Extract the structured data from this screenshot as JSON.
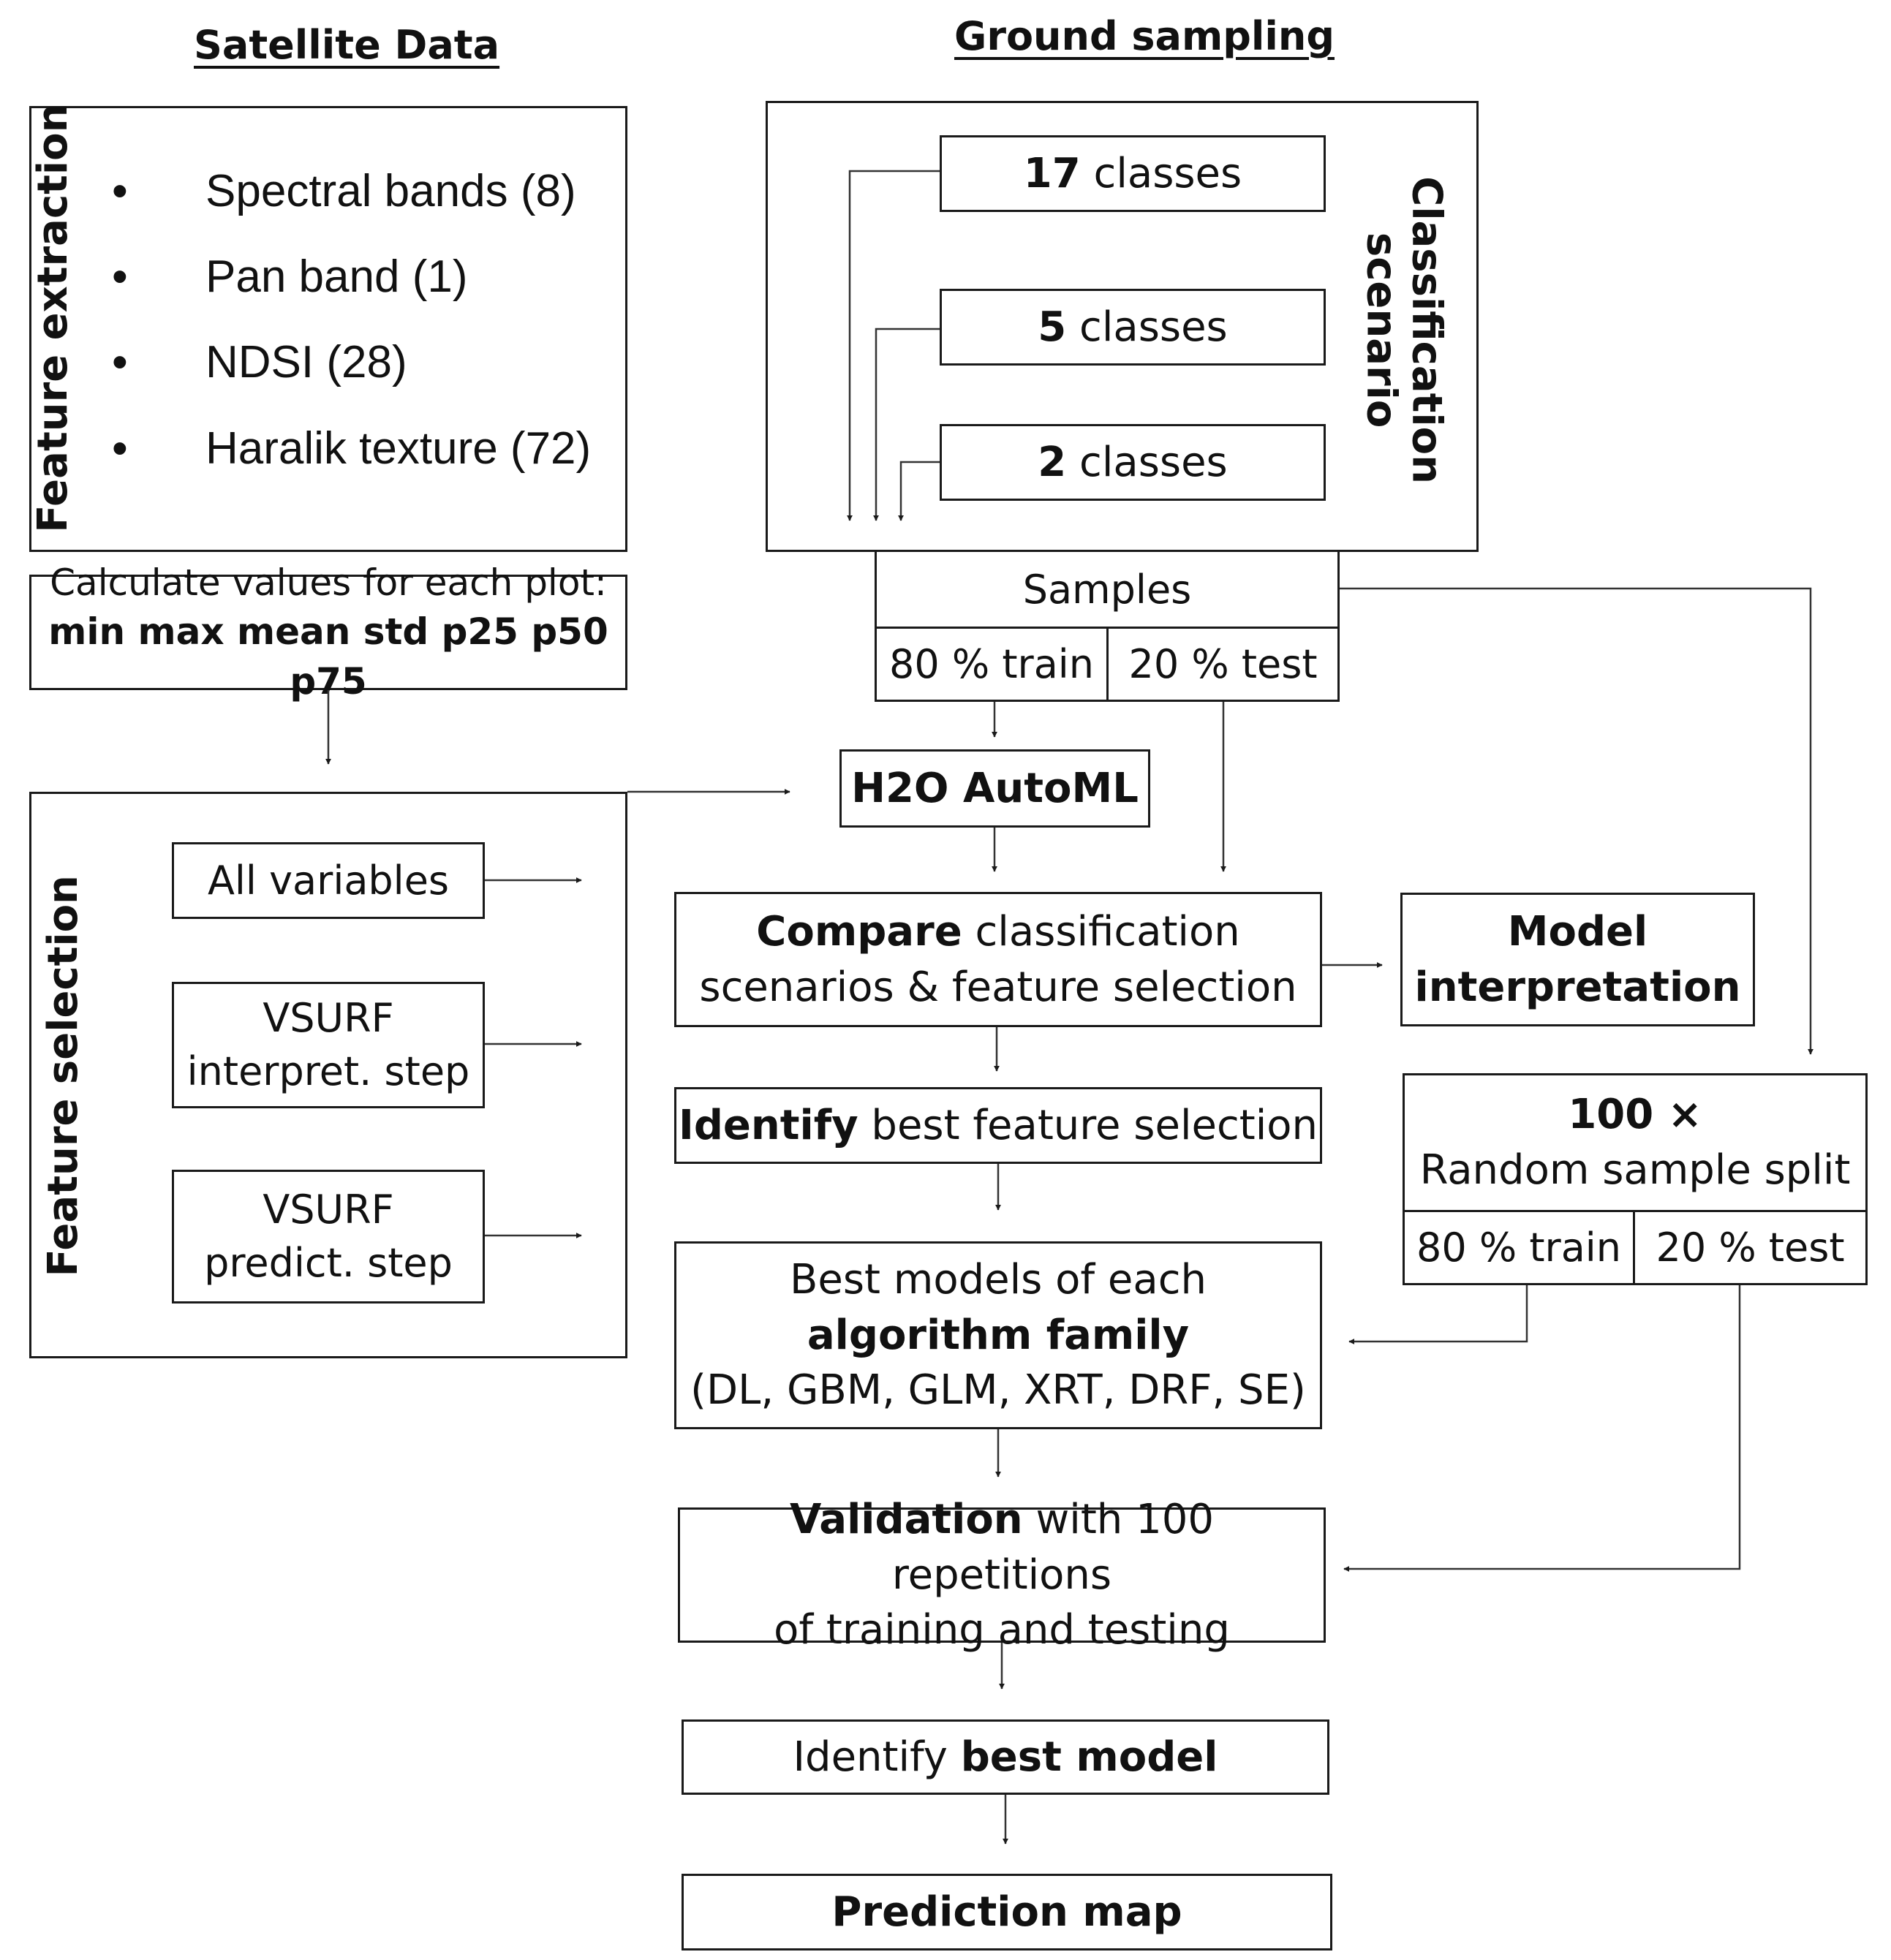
{
  "headings": {
    "satellite": "Satellite Data",
    "ground": "Ground sampling"
  },
  "feature_extraction": {
    "label": "Feature extraction",
    "bullet": "•",
    "items": [
      "Spectral bands (8)",
      "Pan band (1)",
      "NDSI (28)",
      "Haralik texture (72)"
    ]
  },
  "calculate": {
    "line1": "Calculate values for each plot:",
    "line2": "min max mean std p25 p50 p75"
  },
  "feature_selection": {
    "label": "Feature selection",
    "all_variables": "All variables",
    "vsurf_interpret_1": "VSURF",
    "vsurf_interpret_2": "interpret. step",
    "vsurf_predict_1": "VSURF",
    "vsurf_predict_2": "predict. step"
  },
  "classification": {
    "label_1": "Classification",
    "label_2": "scenario",
    "c17_num": "17",
    "c5_num": "5",
    "c2_num": "2",
    "classes_word": " classes"
  },
  "samples": {
    "title": "Samples",
    "train": "80 % train",
    "test": "20 % test"
  },
  "h2o": "H2O AutoML",
  "compare": {
    "bold": "Compare",
    "rest1": " classification",
    "line2": "scenarios & feature selection"
  },
  "model_interpretation": {
    "line1": "Model",
    "line2": "interpretation"
  },
  "identify_feature": {
    "bold": "Identify",
    "rest": " best feature selection"
  },
  "random_split": {
    "count": "100 ×",
    "title": "Random sample split",
    "train": "80 % train",
    "test": "20 % test"
  },
  "best_models": {
    "line1": "Best models of each",
    "line2": "algorithm family",
    "line3": "(DL, GBM, GLM, XRT, DRF, SE)"
  },
  "validation": {
    "bold": "Validation",
    "rest1": " with 100 repetitions",
    "line2": "of training and testing"
  },
  "identify_best": {
    "plain": "Identify ",
    "bold": "best model"
  },
  "prediction_map": "Prediction map"
}
